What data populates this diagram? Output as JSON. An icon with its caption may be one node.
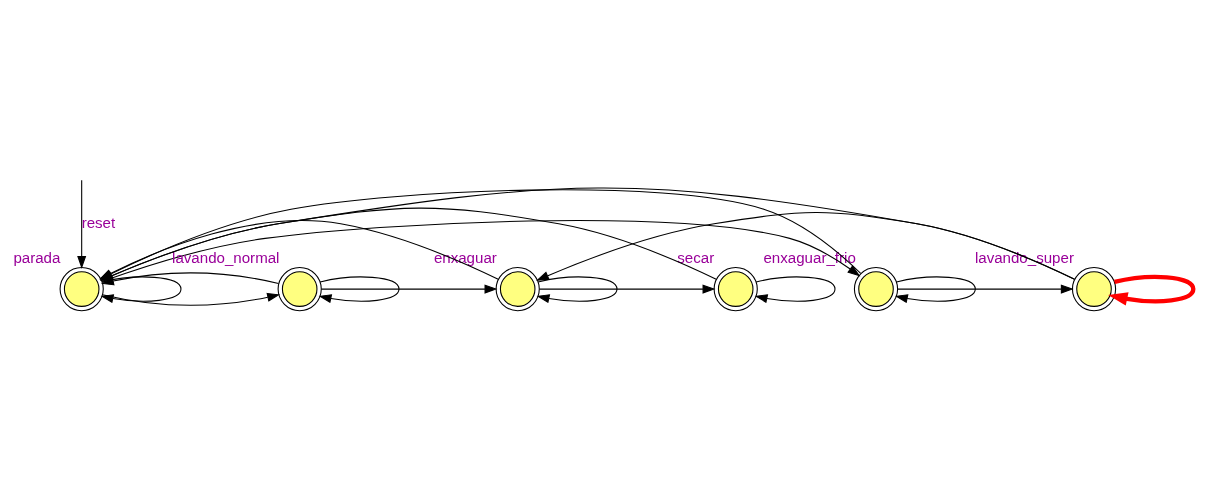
{
  "diagram": {
    "nodes": [
      {
        "text": [
          "parada"
        ]
      },
      {
        "text": [
          "enxaguar_frio"
        ]
      },
      {
        "text": [
          "lavando_normal"
        ]
      },
      {
        "text": [
          "enxaguar"
        ]
      },
      {
        "text": [
          "secar"
        ]
      },
      {
        "text": [
          "lavando_super"
        ]
      }
    ],
    "edges": [
      {
        "from": null,
        "to": 0,
        "arrow": "to",
        "label": "reset"
      },
      {
        "from": 0,
        "to": 0,
        "arrow": "to"
      },
      {
        "from": 1,
        "to": 1,
        "arrow": "to"
      },
      {
        "from": 2,
        "to": 2,
        "arrow": "to"
      },
      {
        "from": 3,
        "to": 3,
        "arrow": "to"
      },
      {
        "from": 4,
        "to": 4,
        "arrow": "to"
      },
      {
        "from": 5,
        "to": 5,
        "arrow": "to",
        "style": "thick",
        "color": "#ff0000"
      },
      {
        "from": 0,
        "to": 1,
        "arrow": "to"
      },
      {
        "from": 0,
        "to": 2,
        "arrow": "to"
      },
      {
        "from": 1,
        "to": 5,
        "arrow": "to"
      },
      {
        "from": 2,
        "to": 3,
        "arrow": "to"
      },
      {
        "from": 3,
        "to": 4,
        "arrow": "to"
      },
      {
        "from": 1,
        "to": 0,
        "arrow": "to"
      },
      {
        "from": 2,
        "to": 0,
        "arrow": "to"
      },
      {
        "from": 3,
        "to": 0,
        "arrow": "to"
      },
      {
        "from": 4,
        "to": 0,
        "arrow": "to"
      },
      {
        "from": 5,
        "to": 0,
        "arrow": "to"
      },
      {
        "from": 5,
        "to": 3,
        "arrow": "to"
      }
    ]
  }
}
